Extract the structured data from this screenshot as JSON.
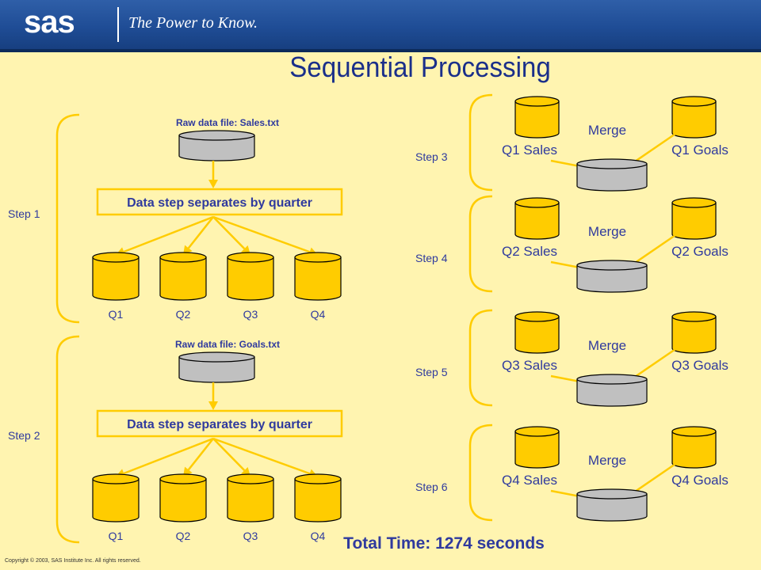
{
  "header": {
    "logo_text": "sas",
    "tagline": "The Power to Know."
  },
  "title": "Sequential Processing",
  "colors": {
    "header_blue": "#1f4d96",
    "background": "#FFF4B0",
    "cylinder_gold": "#FFCC00",
    "cylinder_gray": "#C0C0C0",
    "arrow": "#FFCC00",
    "text_blue": "#2f3a9e"
  },
  "left_steps": [
    {
      "step_label": "Step 1",
      "raw_file_label": "Raw data file:  Sales.txt",
      "process_label": "Data step separates by quarter",
      "outputs": [
        "Q1",
        "Q2",
        "Q3",
        "Q4"
      ]
    },
    {
      "step_label": "Step 2",
      "raw_file_label": "Raw data file:  Goals.txt",
      "process_label": "Data step separates by quarter",
      "outputs": [
        "Q1",
        "Q2",
        "Q3",
        "Q4"
      ]
    }
  ],
  "right_steps": [
    {
      "step_label": "Step 3",
      "left_label": "Q1 Sales",
      "right_label": "Q1 Goals",
      "merge_label": "Merge"
    },
    {
      "step_label": "Step 4",
      "left_label": "Q2 Sales",
      "right_label": "Q2 Goals",
      "merge_label": "Merge"
    },
    {
      "step_label": "Step 5",
      "left_label": "Q3 Sales",
      "right_label": "Q3 Goals",
      "merge_label": "Merge"
    },
    {
      "step_label": "Step 6",
      "left_label": "Q4 Sales",
      "right_label": "Q4 Goals",
      "merge_label": "Merge"
    }
  ],
  "total_time": "Total Time:  1274 seconds",
  "copyright": "Copyright © 2003,  SAS Institute Inc. All rights reserved."
}
